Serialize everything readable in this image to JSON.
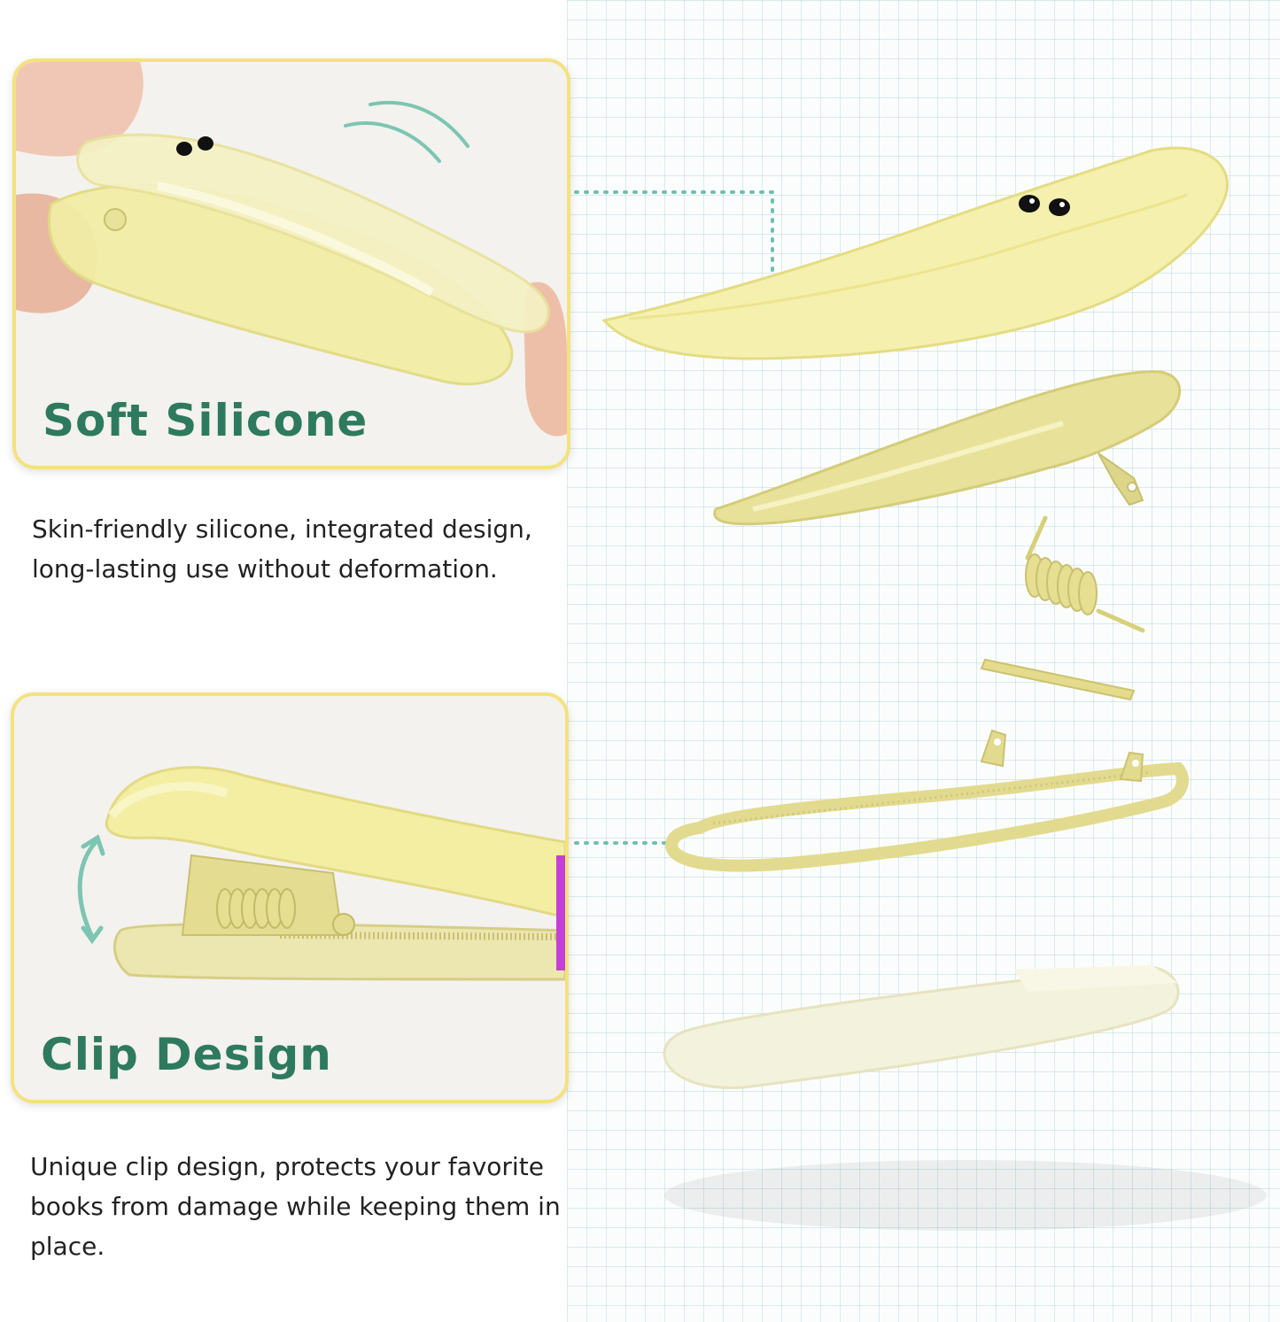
{
  "features": [
    {
      "title": "Soft Silicone",
      "description": "Skin-friendly silicone, integrated design, long-lasting use without deformation."
    },
    {
      "title": "Clip Design",
      "description": "Unique clip design, protects your favorite books from damage while keeping them in place."
    }
  ],
  "colors": {
    "card_border": "#f3e27f",
    "title_green": "#2e7a5e",
    "silicone_yellow": "#f4efa8",
    "metal_yellow": "#e9e29a",
    "arrow_teal": "#7cc5b2"
  },
  "icons": {
    "motion_arcs": "motion-arcs-icon",
    "rotate_arrow": "rotate-arrow-icon"
  }
}
